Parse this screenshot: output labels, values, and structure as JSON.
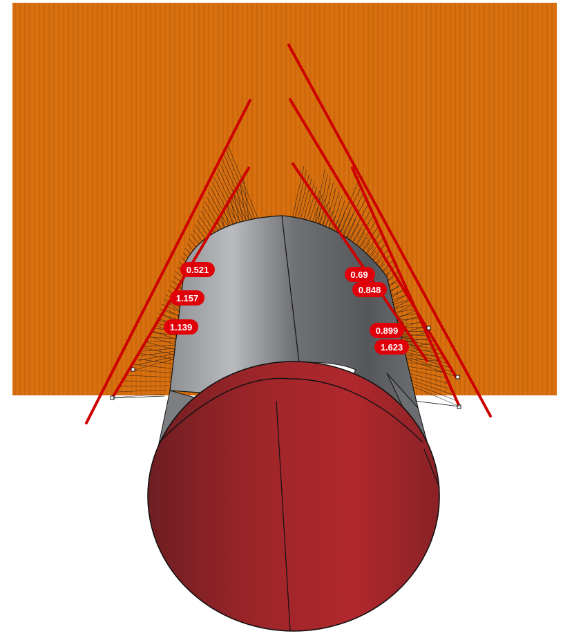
{
  "scene": {
    "colors": {
      "background": "#ffffff",
      "backdrop": "#d9700f",
      "backdrop_stripe": "#b85c08",
      "measure_line": "#cc0000",
      "label_fill": "#e0000a",
      "label_text": "#ffffff",
      "cylinder_outer": "#7a7c80",
      "cylinder_inner": "#a8272c"
    },
    "measurements": [
      {
        "id": "m-left-1",
        "value": "0.521"
      },
      {
        "id": "m-left-2",
        "value": "1.157"
      },
      {
        "id": "m-left-3",
        "value": "1.139"
      },
      {
        "id": "m-right-1",
        "value": "0.69"
      },
      {
        "id": "m-right-2",
        "value": "0.848"
      },
      {
        "id": "m-right-3",
        "value": "0.899"
      },
      {
        "id": "m-right-4",
        "value": "1.623"
      }
    ]
  }
}
